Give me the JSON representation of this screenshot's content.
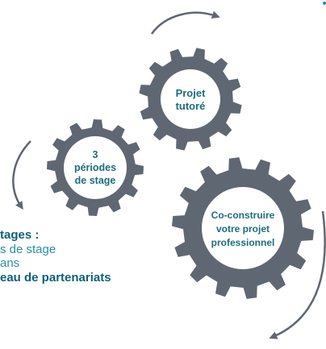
{
  "gears": {
    "projet": {
      "lines": [
        "Projet",
        "tutoré"
      ]
    },
    "stage": {
      "lines": [
        "3",
        "périodes",
        "de stage"
      ]
    },
    "construire": {
      "lines": [
        "Co-construire",
        "votre projet",
        "professionnel"
      ]
    }
  },
  "side_text": {
    "line1": "tages :",
    "line2": "s de stage",
    "line3": "ans",
    "line4": "eau de partenariats"
  },
  "colors": {
    "gear": "#5f6773",
    "gear_inner_fill": "#ffffff",
    "label": "#1d6d7c",
    "strong_text": "#0f5f7a",
    "body_text": "#2a8fa1",
    "arrow": "#5f6773"
  }
}
